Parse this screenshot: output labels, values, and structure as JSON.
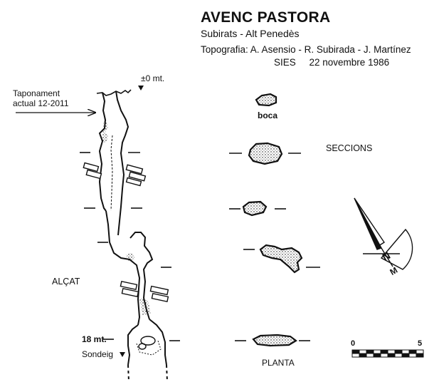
{
  "title": "AVENC PASTORA",
  "subtitle": "Subirats - Alt Penedès",
  "topography": "Topografia: A. Asensio - R. Subirada - J. Martínez",
  "survey": "SIES     22 novembre 1986",
  "elevation": {
    "top_depth": "±0 mt.",
    "bottom_depth": "18 mt.",
    "sondeig": "Sondeig",
    "taponament": "Taponament\nactual 12-2011",
    "label": "ALÇAT"
  },
  "sections": {
    "label": "SECCIONS",
    "boca": "boca",
    "planta": "PLANTA"
  },
  "north": "N",
  "scale": {
    "start": "0",
    "end": "5"
  }
}
